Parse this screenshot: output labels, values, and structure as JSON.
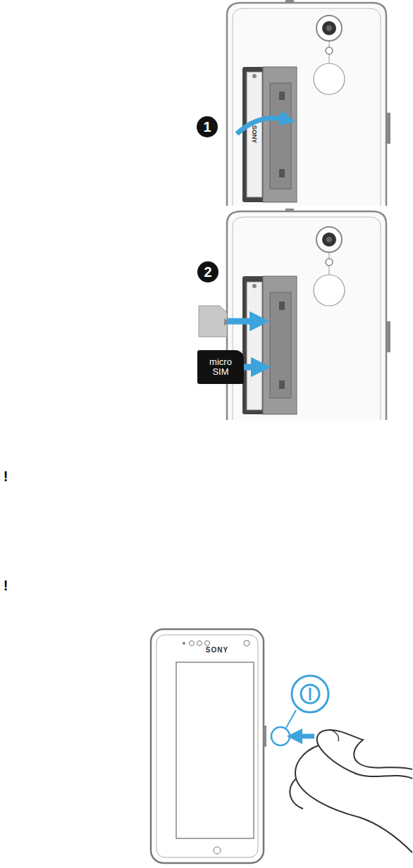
{
  "diagram": {
    "nodes": [
      {
        "text": [
          "micro SIM"
        ]
      }
    ],
    "labels": [
      "1",
      "SONY",
      "2",
      "!",
      "!",
      "SONY"
    ]
  }
}
